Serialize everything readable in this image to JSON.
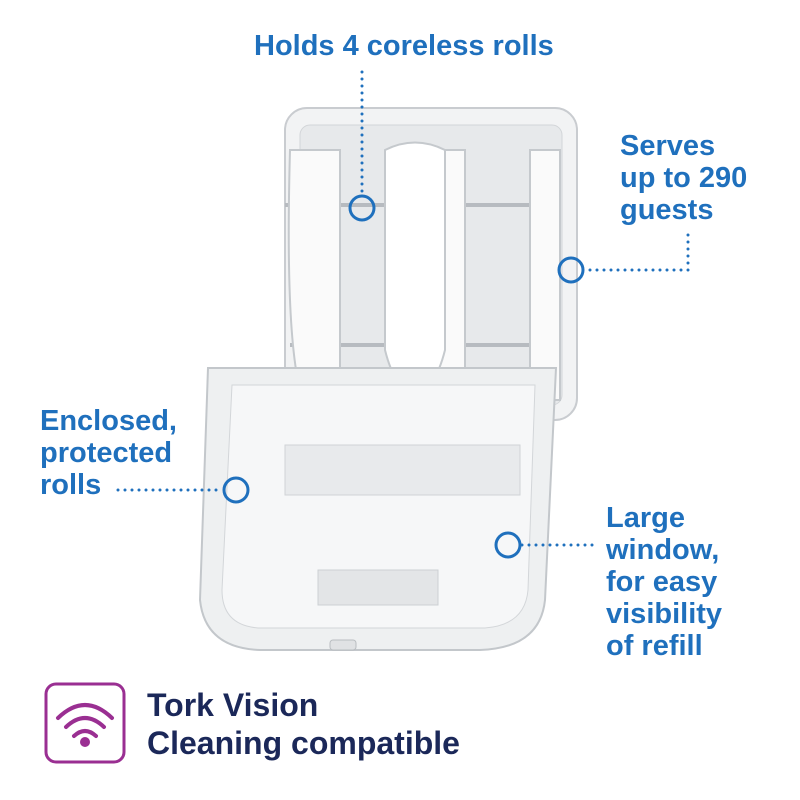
{
  "callouts": {
    "top": "Holds 4 coreless rolls",
    "right_1": "Serves",
    "right_2": "up to 290",
    "right_3": "guests",
    "left_1": "Enclosed,",
    "left_2": "protected",
    "left_3": "rolls",
    "bottom_right_1": "Large",
    "bottom_right_2": "window,",
    "bottom_right_3": "for easy",
    "bottom_right_4": "visibility",
    "bottom_right_5": "of refill"
  },
  "footer": {
    "line1": "Tork Vision",
    "line2": "Cleaning compatible",
    "icon": "wifi-signal-icon"
  },
  "colors": {
    "accent": "#1f70bd",
    "navy": "#1b2859",
    "purple": "#9a2f92"
  }
}
